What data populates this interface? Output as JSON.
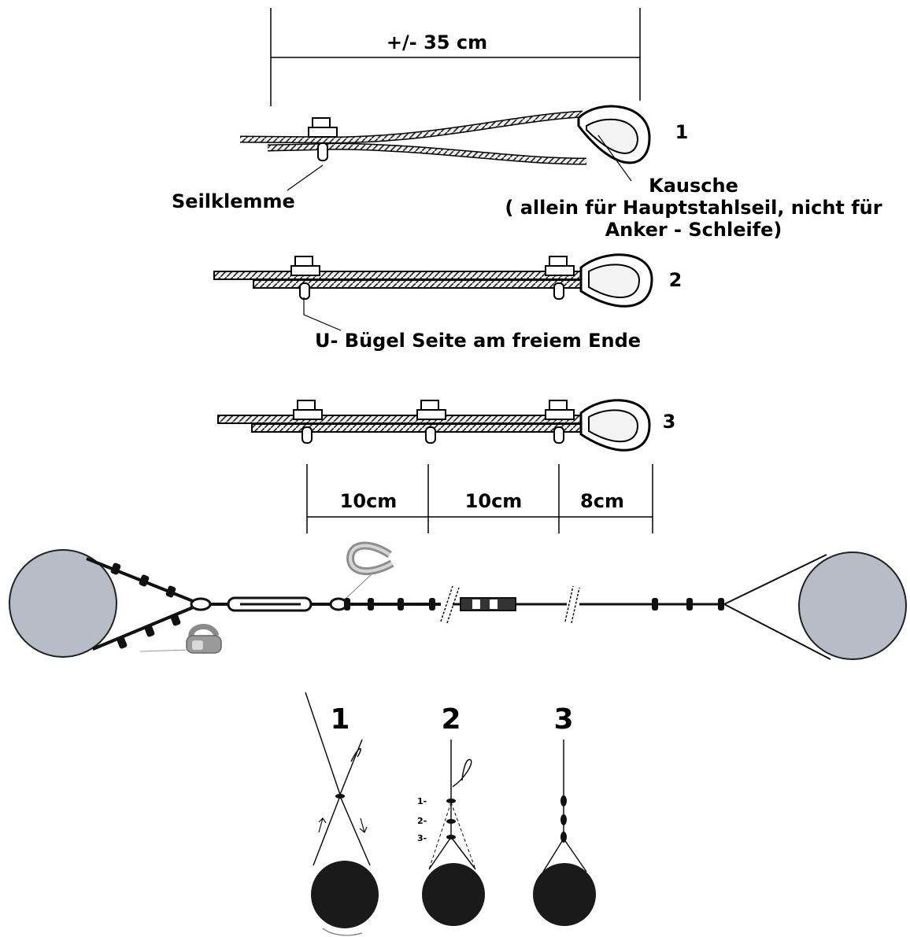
{
  "dimension": {
    "length": "+/- 35 cm"
  },
  "step_numbers": {
    "one": "1",
    "two": "2",
    "three": "3"
  },
  "labels": {
    "rope_clamp": "Seilklemme",
    "thimble_title": "Kausche",
    "thimble_note_line1": "( allein für Hauptstahlseil, nicht für",
    "thimble_note_line2": "Anker - Schleife)",
    "u_bolt_note": "U- Bügel Seite am freiem Ende"
  },
  "spacing": {
    "first": "10cm",
    "second": "10cm",
    "third": "8cm"
  },
  "tie_steps": {
    "title_1": "1",
    "title_2": "2",
    "title_3": "3",
    "mark_1": "1-",
    "mark_2": "2-",
    "mark_3": "3-"
  },
  "colors": {
    "ink": "#000000",
    "rope_fill": "#e6e6e6",
    "tree_anchor": "#b7bcc7",
    "trunk": "#1a1a1a",
    "hardware": "#9a9a9a"
  }
}
